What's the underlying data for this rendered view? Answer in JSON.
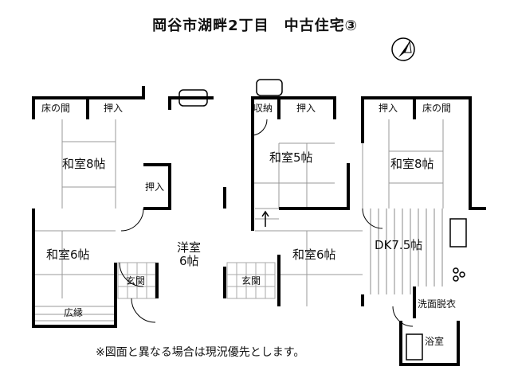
{
  "title": "岡谷市湖畔2丁目　中古住宅③",
  "note": "※図面と異なる場合は現況優先とします。",
  "rooms": {
    "left_tokonoma": "床の間",
    "left_oshiire_top": "押入",
    "left_washitsu8": "和室8帖",
    "left_oshiire_mid": "押入",
    "left_washitsu6": "和室6帖",
    "hiroen": "広縁",
    "left_genkan": "玄関",
    "yoshitsu_line1": "洋室",
    "yoshitsu_line2": "6帖",
    "mid_genkan": "玄関",
    "shuno": "収納",
    "mid_oshiire": "押入",
    "washitsu5": "和室5帖",
    "right_oshiire": "押入",
    "right_tokonoma": "床の間",
    "right_washitsu8": "和室8帖",
    "mid_washitsu6": "和室6帖",
    "dk": "DK7.5帖",
    "senmen": "洗面脱衣",
    "yokushitsu": "浴室"
  },
  "compass_icon": "north-arrow-icon"
}
